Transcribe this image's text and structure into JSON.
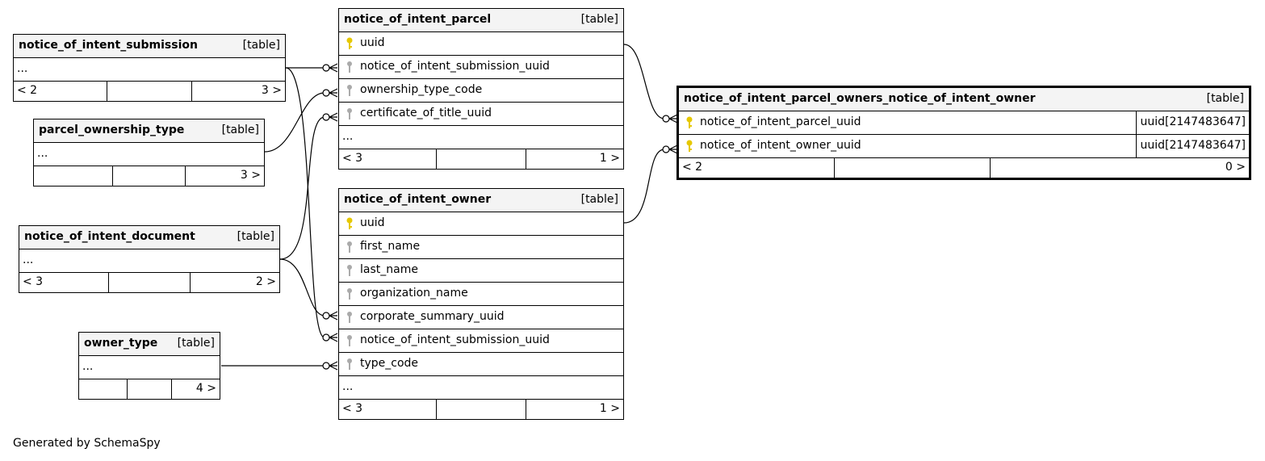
{
  "colors": {
    "line": "#000000",
    "header_bg": "#f4f4f4",
    "primary_key": "#e6c800",
    "foreign_key": "#aaaaaa"
  },
  "tables": {
    "submission": {
      "name": "notice_of_intent_submission",
      "tag": "[table]",
      "ellipsis": "...",
      "left": "< 2",
      "mid": "",
      "right": "3 >"
    },
    "ownership_type": {
      "name": "parcel_ownership_type",
      "tag": "[table]",
      "ellipsis": "...",
      "left": "",
      "mid": "",
      "right": "3 >"
    },
    "document": {
      "name": "notice_of_intent_document",
      "tag": "[table]",
      "ellipsis": "...",
      "left": "< 3",
      "mid": "",
      "right": "2 >"
    },
    "owner_type": {
      "name": "owner_type",
      "tag": "[table]",
      "ellipsis": "...",
      "left": "",
      "mid": "",
      "right": "4 >"
    },
    "parcel": {
      "name": "notice_of_intent_parcel",
      "tag": "[table]",
      "columns": [
        {
          "name": "uuid",
          "key": "primary"
        },
        {
          "name": "notice_of_intent_submission_uuid",
          "key": "foreign"
        },
        {
          "name": "ownership_type_code",
          "key": "foreign"
        },
        {
          "name": "certificate_of_title_uuid",
          "key": "foreign"
        }
      ],
      "ellipsis": "...",
      "left": "< 3",
      "mid": "",
      "right": "1 >"
    },
    "owner": {
      "name": "notice_of_intent_owner",
      "tag": "[table]",
      "columns": [
        {
          "name": "uuid",
          "key": "primary"
        },
        {
          "name": "first_name",
          "key": "foreign"
        },
        {
          "name": "last_name",
          "key": "foreign"
        },
        {
          "name": "organization_name",
          "key": "foreign"
        },
        {
          "name": "corporate_summary_uuid",
          "key": "foreign"
        },
        {
          "name": "notice_of_intent_submission_uuid",
          "key": "foreign"
        },
        {
          "name": "type_code",
          "key": "foreign"
        }
      ],
      "ellipsis": "...",
      "left": "< 3",
      "mid": "",
      "right": "1 >"
    },
    "join": {
      "name": "notice_of_intent_parcel_owners_notice_of_intent_owner",
      "tag": "[table]",
      "columns": [
        {
          "name": "notice_of_intent_parcel_uuid",
          "type": "uuid[2147483647]",
          "key": "primary"
        },
        {
          "name": "notice_of_intent_owner_uuid",
          "type": "uuid[2147483647]",
          "key": "primary"
        }
      ],
      "left": "< 2",
      "mid": "",
      "right": "0 >"
    }
  },
  "footer": "Generated by SchemaSpy"
}
